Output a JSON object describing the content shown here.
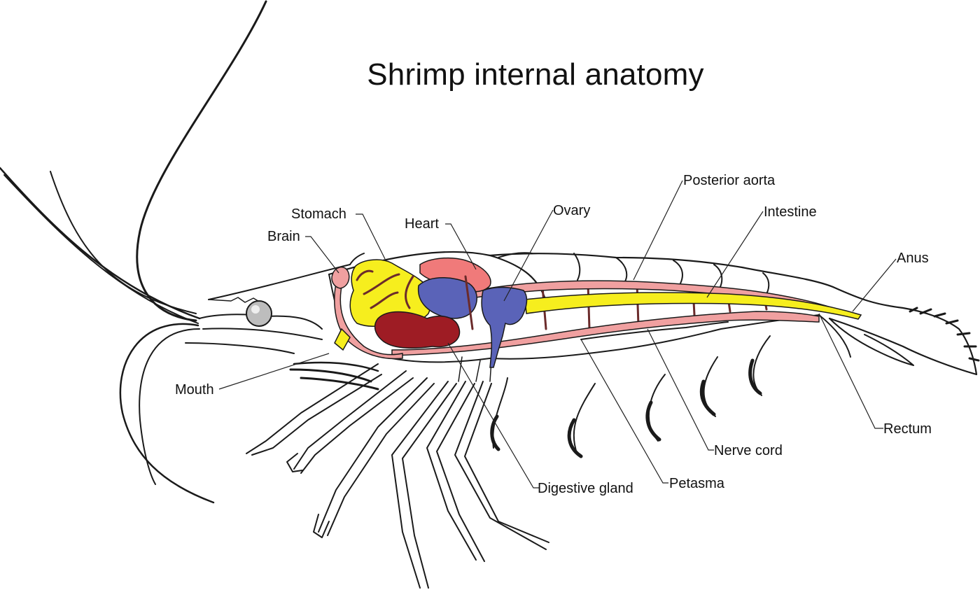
{
  "title": "Shrimp internal anatomy",
  "colors": {
    "outline": "#1a1a1a",
    "stomach": "#f6ee1e",
    "heart": "#f07a7a",
    "ovary": "#5a63b8",
    "digestive_gland": "#9e1c24",
    "vessels": "#f0a0a0",
    "nerve": "#6b2b2b",
    "eye": "#bdbdbd"
  },
  "labels": {
    "stomach": "Stomach",
    "brain": "Brain",
    "heart": "Heart",
    "ovary": "Ovary",
    "posterior_aorta": "Posterior aorta",
    "intestine": "Intestine",
    "anus": "Anus",
    "mouth": "Mouth",
    "rectum": "Rectum",
    "nerve_cord": "Nerve cord",
    "petasma": "Petasma",
    "digestive_gland": "Digestive gland"
  }
}
